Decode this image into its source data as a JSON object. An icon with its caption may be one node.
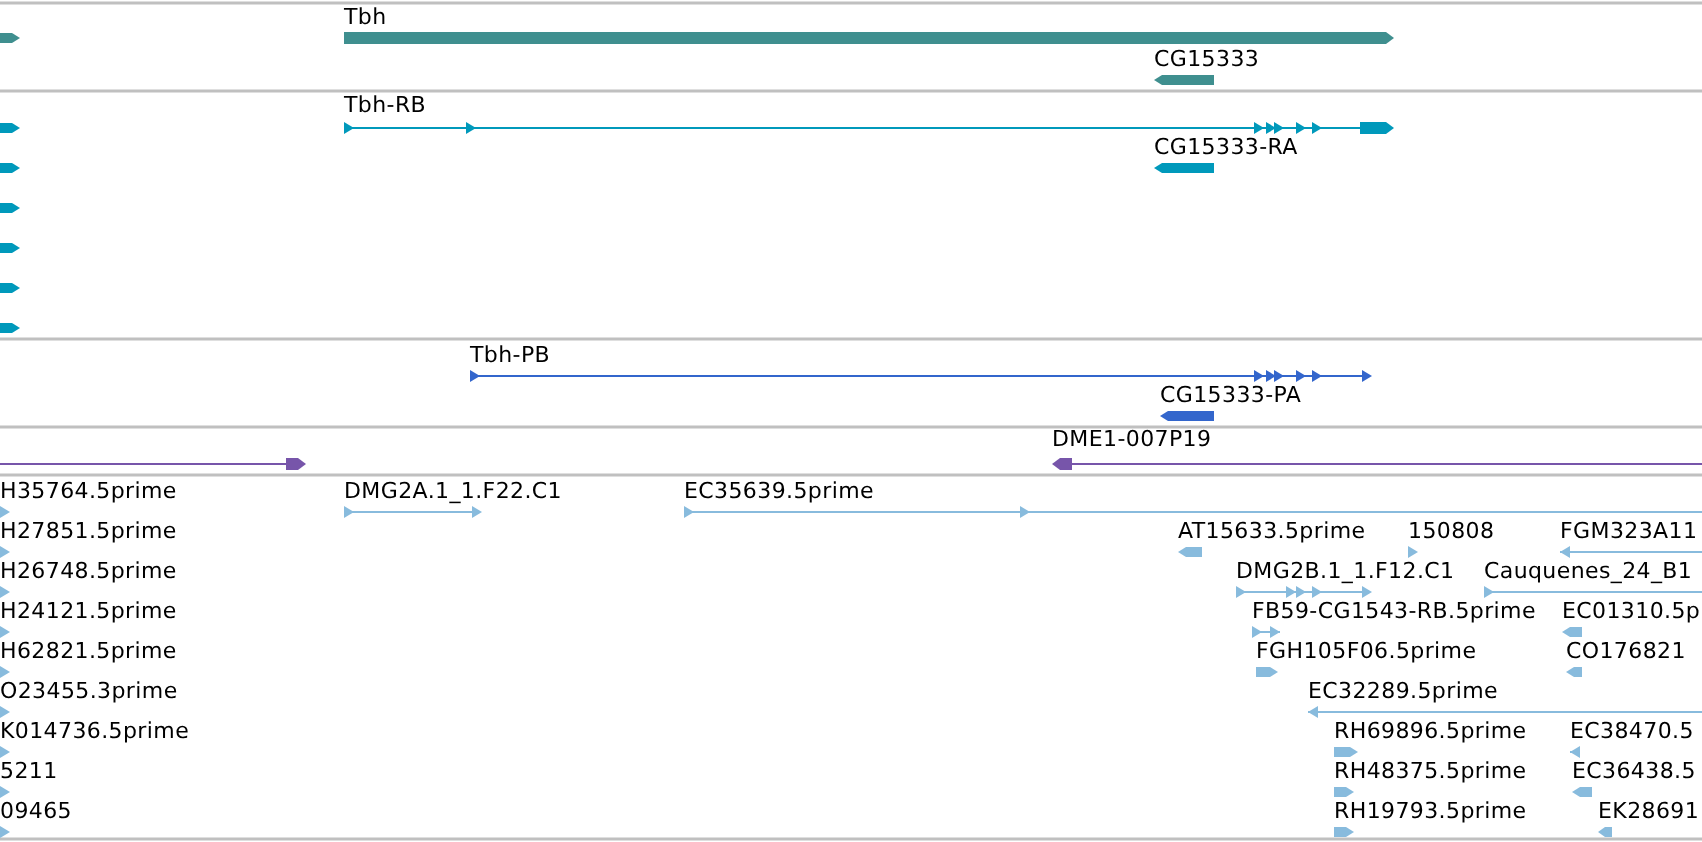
{
  "diagram": {
    "labels": [
      "Tbh",
      "CG15333",
      "Tbh-RB",
      "CG15333-RA",
      "Tbh-PB",
      "CG15333-PA",
      "DME1-007P19",
      "H35764.5prime",
      "DMG2A.1_1.F22.C1",
      "EC35639.5prime",
      "H27851.5prime",
      "AT15633.5prime",
      "150808",
      "FGM323A11",
      "H26748.5prime",
      "DMG2B.1_1.F12.C1",
      "Cauquenes_24_B1",
      "H24121.5prime",
      "FB59-CG1543-RB.5prime",
      "EC01310.5p",
      "H62821.5prime",
      "FGH105F06.5prime",
      "CO176821",
      "O23455.3prime",
      "EC32289.5prime",
      "K014736.5prime",
      "RH69896.5prime",
      "EC38470.5",
      "5211",
      "RH48375.5prime",
      "EC36438.5",
      "09465",
      "RH19793.5prime",
      "EK28691"
    ]
  }
}
